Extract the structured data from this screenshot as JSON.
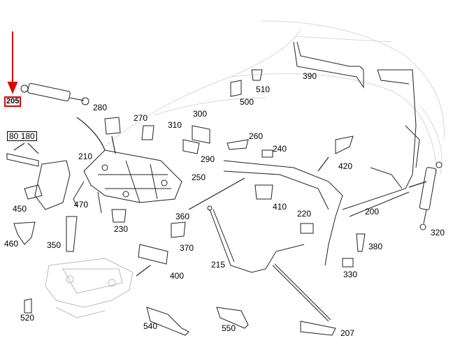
{
  "highlight_color": "#e00000",
  "callouts": {
    "c205": "205",
    "c80": "80",
    "c180": "180",
    "c280": "280",
    "c270": "270",
    "c310": "310",
    "c300": "300",
    "c260": "260",
    "c240": "240",
    "c290": "290",
    "c210": "210",
    "c250": "250",
    "c470": "470",
    "c450": "450",
    "c230": "230",
    "c360": "360",
    "c460": "460",
    "c350": "350",
    "c370": "370",
    "c400": "400",
    "c215": "215",
    "c410": "410",
    "c220": "220",
    "c420": "420",
    "c200": "200",
    "c380": "380",
    "c330": "330",
    "c320": "320",
    "c390": "390",
    "c510": "510",
    "c500": "500",
    "c520": "520",
    "c540": "540",
    "c550": "550",
    "c207": "207"
  }
}
